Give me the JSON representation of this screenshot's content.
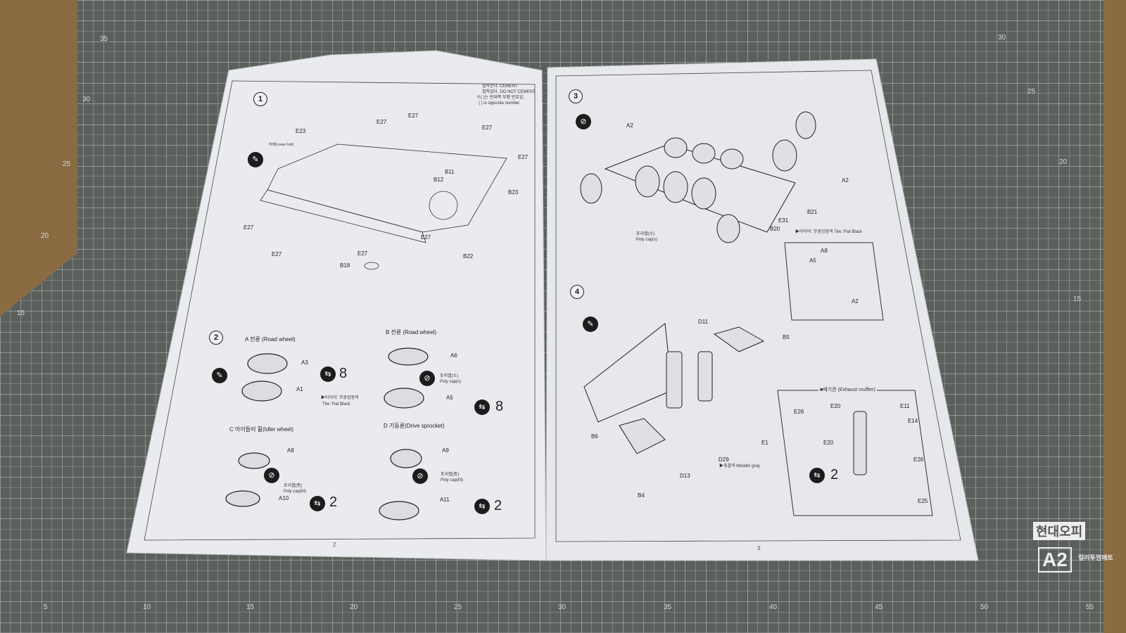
{
  "mat": {
    "bottom_ruler": [
      "5",
      "10",
      "15",
      "20",
      "25",
      "30",
      "35",
      "40",
      "45",
      "50",
      "55"
    ],
    "left_ruler": [
      "35",
      "30",
      "25",
      "20",
      "15"
    ],
    "right_ruler": [
      "30",
      "25",
      "20",
      "15"
    ],
    "brand": "현대오피",
    "size": "A2",
    "brand_sub": "컬러투명매트"
  },
  "left_page": {
    "page_number": "2",
    "legend": [
      "접착한다. CEMENT",
      "접착않다. DO NOT CEMENT",
      "※( )는 반대쪽 부품 번호임.",
      "( ) is opposite number."
    ],
    "step1": {
      "number": "1",
      "hull_label": "하체(Lower hull)",
      "parts": [
        "E23",
        "E27",
        "E27",
        "E27",
        "E27",
        "B11",
        "B12",
        "B23",
        "E27",
        "E27",
        "E27",
        "E27",
        "B22",
        "B18"
      ]
    },
    "step2": {
      "number": "2",
      "a": {
        "title": "A 전륜 (Road wheel)",
        "parts": [
          "A3",
          "A1"
        ],
        "qty": "8",
        "note": [
          "▶타이어: 무광검정색",
          "Tire: Flat Black"
        ]
      },
      "b": {
        "title": "B 전륜 (Road wheel)",
        "parts": [
          "A6",
          "A5"
        ],
        "polycap": [
          "포리캡(소)",
          "Poly cap(s)"
        ],
        "qty": "8"
      },
      "c": {
        "title": "C 아이들러 휠(Idler wheel)",
        "parts": [
          "A8",
          "A10"
        ],
        "polycap": [
          "포리캡(중)",
          "Poly cap(M)"
        ],
        "qty": "2"
      },
      "d": {
        "title": "D 기동륜(Drive sprocket)",
        "parts": [
          "A9",
          "A11"
        ],
        "polycap": [
          "포리캡(중)",
          "Poly cap(M)"
        ],
        "qty": "2"
      }
    }
  },
  "right_page": {
    "page_number": "3",
    "step3": {
      "number": "3",
      "parts": [
        "A2",
        "A2",
        "B21",
        "E31",
        "B20",
        "A5",
        "A8",
        "A2"
      ],
      "polycap": [
        "포리캡(소)",
        "Poly cap(s)"
      ],
      "note": "▶타이어: 무광검정색 Tire: Flat Black"
    },
    "step4": {
      "number": "4",
      "parts": [
        "D11",
        "B5",
        "B6",
        "E1",
        "D29",
        "D13",
        "B4"
      ],
      "note": "▶흑철색 Metallic gray",
      "muffler": {
        "title": "■배기관 (Exhaust muffler)",
        "parts": [
          "E26",
          "E20",
          "E11",
          "E14",
          "E20",
          "E26",
          "E25"
        ],
        "qty": "2"
      }
    }
  }
}
